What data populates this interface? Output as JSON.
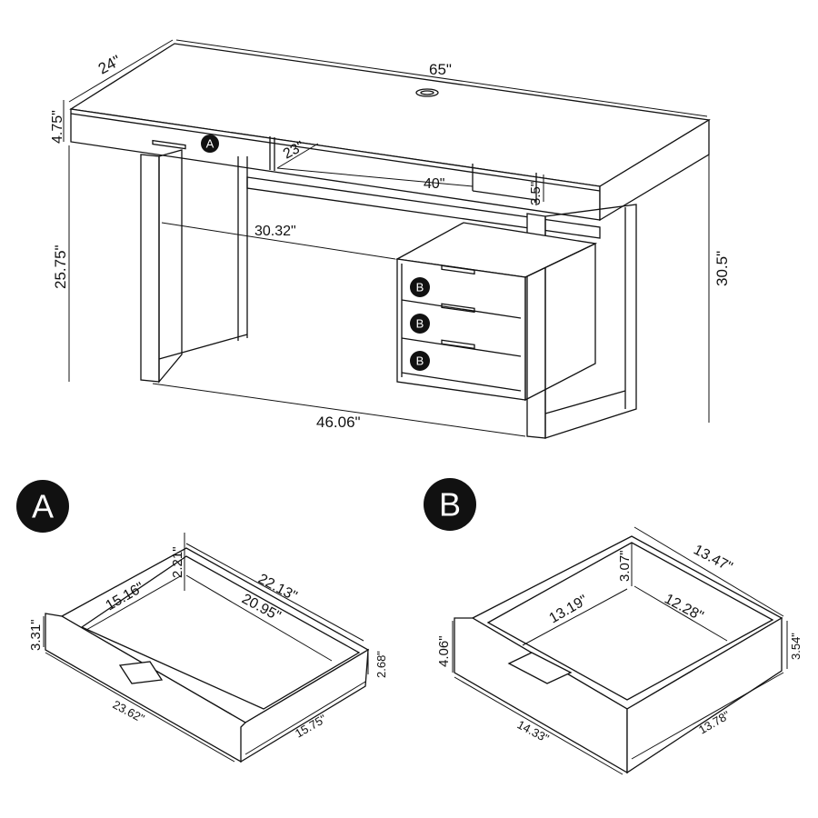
{
  "desk": {
    "width": "65\"",
    "depth": "24\"",
    "apron_height": "4.75\"",
    "shelf_depth": "23\"",
    "shelf_width": "40\"",
    "shelf_height": "3.5\"",
    "knee_height": "25.75\"",
    "total_height": "30.5\"",
    "leg_to_cabinet": "30.32\"",
    "leg_span": "46.06\"",
    "drawer_a_badge": "A",
    "drawer_b_badges": [
      "B",
      "B",
      "B"
    ]
  },
  "drawer_a": {
    "badge": "A",
    "side_height_back": "2.21\"",
    "outer_length": "22.13\"",
    "inner_width": "15.16\"",
    "inner_length": "20.95\"",
    "front_height": "3.31\"",
    "side_height": "2.68\"",
    "front_width": "23.62\"",
    "side_length": "15.75\""
  },
  "drawer_b": {
    "badge": "B",
    "side_height_back": "3.07\"",
    "outer_length": "13.47\"",
    "inner_width": "13.19\"",
    "inner_length": "12.28\"",
    "front_height": "4.06\"",
    "side_height": "3.54\"",
    "front_width": "14.33\"",
    "side_length": "13.78\""
  },
  "colors": {
    "line": "#111111",
    "badge": "#111111",
    "background": "#ffffff"
  }
}
